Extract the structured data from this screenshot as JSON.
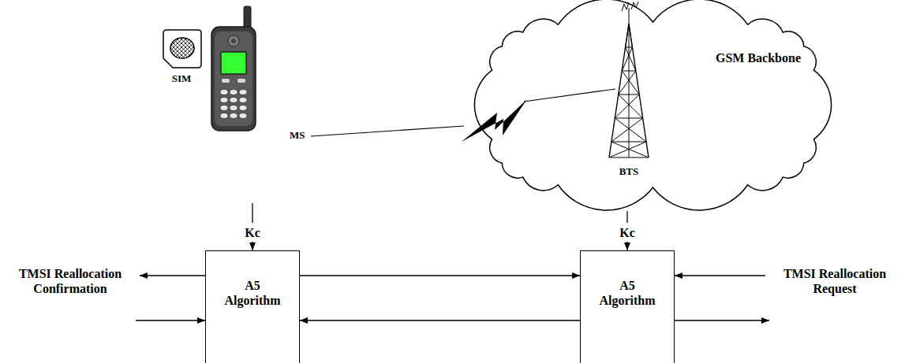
{
  "diagram": {
    "nodes": [
      {
        "text": [
          "GSM Backbone"
        ]
      },
      {
        "text": [
          "A5 Algorithm"
        ]
      },
      {
        "text": [
          "A5 Algorithm"
        ]
      }
    ],
    "edges": [
      {
        "from": 1,
        "to": 2,
        "arrow": "to"
      },
      {
        "from": 2,
        "to": 1,
        "arrow": "to"
      }
    ],
    "labels": [
      "SIM",
      "MS",
      "BTS",
      "Kc",
      "Kc",
      "TMSI Reallocation Confirmation",
      "TMSI Reallocation Request"
    ]
  }
}
